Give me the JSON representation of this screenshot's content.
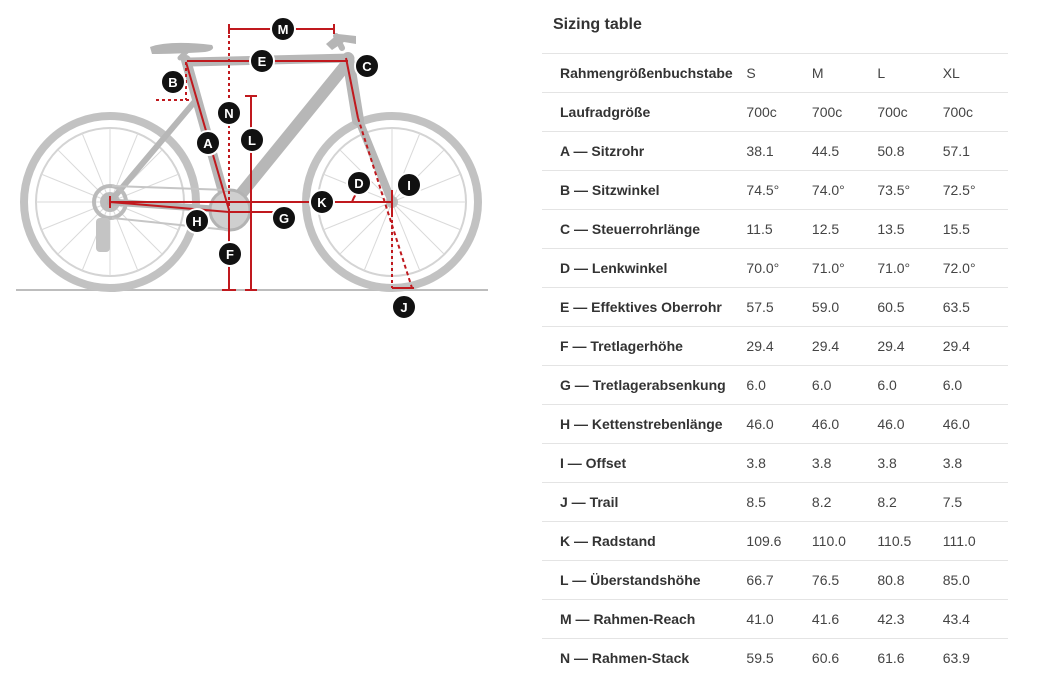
{
  "diagram": {
    "labels": [
      "M",
      "E",
      "C",
      "B",
      "N",
      "L",
      "A",
      "D",
      "I",
      "K",
      "H",
      "G",
      "F",
      "J"
    ],
    "colors": {
      "accent": "#c0191e",
      "bike": "#b9b9b9",
      "badge": "#111111"
    }
  },
  "sizing": {
    "title": "Sizing table",
    "header": {
      "label": "Rahmengrößenbuchstabe",
      "sizes": [
        "S",
        "M",
        "L",
        "XL"
      ]
    },
    "rows": [
      {
        "label": "Laufradgröße",
        "values": [
          "700c",
          "700c",
          "700c",
          "700c"
        ]
      },
      {
        "label": "A — Sitzrohr",
        "values": [
          "38.1",
          "44.5",
          "50.8",
          "57.1"
        ]
      },
      {
        "label": "B — Sitzwinkel",
        "values": [
          "74.5°",
          "74.0°",
          "73.5°",
          "72.5°"
        ]
      },
      {
        "label": "C — Steuerrohrlänge",
        "values": [
          "11.5",
          "12.5",
          "13.5",
          "15.5"
        ]
      },
      {
        "label": "D — Lenkwinkel",
        "values": [
          "70.0°",
          "71.0°",
          "71.0°",
          "72.0°"
        ]
      },
      {
        "label": "E — Effektives Oberrohr",
        "values": [
          "57.5",
          "59.0",
          "60.5",
          "63.5"
        ]
      },
      {
        "label": "F — Tretlagerhöhe",
        "values": [
          "29.4",
          "29.4",
          "29.4",
          "29.4"
        ]
      },
      {
        "label": "G — Tretlagerabsenkung",
        "values": [
          "6.0",
          "6.0",
          "6.0",
          "6.0"
        ]
      },
      {
        "label": "H — Kettenstrebenlänge",
        "values": [
          "46.0",
          "46.0",
          "46.0",
          "46.0"
        ]
      },
      {
        "label": "I — Offset",
        "values": [
          "3.8",
          "3.8",
          "3.8",
          "3.8"
        ]
      },
      {
        "label": "J — Trail",
        "values": [
          "8.5",
          "8.2",
          "8.2",
          "7.5"
        ]
      },
      {
        "label": "K — Radstand",
        "values": [
          "109.6",
          "110.0",
          "110.5",
          "111.0"
        ]
      },
      {
        "label": "L — Überstandshöhe",
        "values": [
          "66.7",
          "76.5",
          "80.8",
          "85.0"
        ]
      },
      {
        "label": "M — Rahmen-Reach",
        "values": [
          "41.0",
          "41.6",
          "42.3",
          "43.4"
        ]
      },
      {
        "label": "N — Rahmen-Stack",
        "values": [
          "59.5",
          "60.6",
          "61.6",
          "63.9"
        ]
      }
    ]
  }
}
